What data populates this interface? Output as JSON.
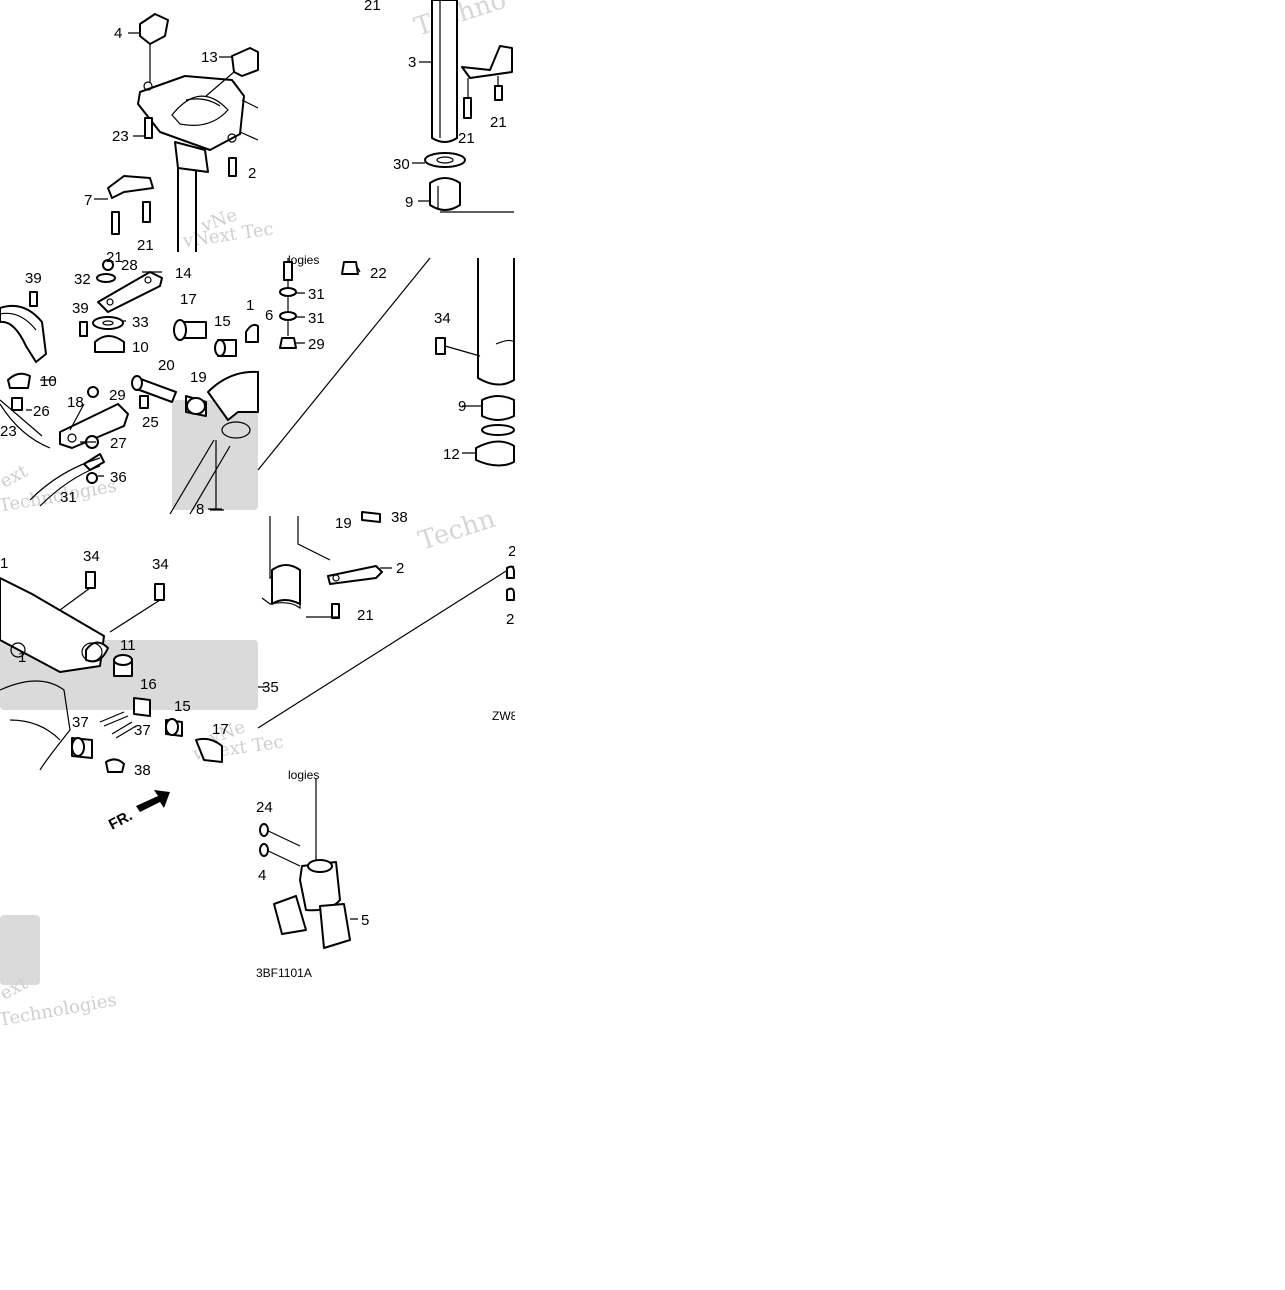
{
  "labels": {
    "l4": "4",
    "l13": "13",
    "l23a": "23",
    "l2a": "2",
    "l7": "7",
    "l21a": "21",
    "l21b": "21",
    "l28": "28",
    "l32": "32",
    "l14": "14",
    "l39a": "39",
    "l39b": "39",
    "l33": "33",
    "l10a": "10",
    "l10b": "10",
    "l17a": "17",
    "l15a": "15",
    "l6": "6",
    "l1a": "1",
    "l20": "20",
    "l19a": "19",
    "l29a": "29",
    "l18": "18",
    "l25": "25",
    "l26": "26",
    "l23b": "23",
    "l27": "27",
    "l36": "36",
    "l31a": "31",
    "l8": "8",
    "l21c": "21",
    "l3": "3",
    "l21d": "21",
    "l21e": "21",
    "l30": "30",
    "l9a": "9",
    "l22": "22",
    "l31b": "31",
    "l31c": "31",
    "l29b": "29",
    "l34a": "34",
    "l9b": "9",
    "l12": "12",
    "l34b": "34",
    "l34c": "34",
    "l1b": "1",
    "l11": "11",
    "l1c": "1",
    "l16": "16",
    "l37a": "37",
    "l37b": "37",
    "l15b": "15",
    "l17b": "17",
    "l38a": "38",
    "l19b": "19",
    "l38b": "38",
    "l2b": "2",
    "l21f": "21",
    "l35": "35",
    "l2c": "2",
    "l2d": "2",
    "l24a": "24",
    "l24b": "4",
    "l5": "5"
  },
  "codes": {
    "zw": "ZW8",
    "bf": "3BF1101A"
  },
  "orientation": "FR.",
  "watermarks": {
    "w1": "Techno",
    "w2": "vNext Tec",
    "w3": "vNe",
    "w4": "logies",
    "w5": "Techn",
    "w6": "vNext Tec",
    "w7": "vNe",
    "w8": "logies",
    "w9": "ext",
    "w10": "Technologies",
    "w11": "ext",
    "w12": "Technologies"
  }
}
